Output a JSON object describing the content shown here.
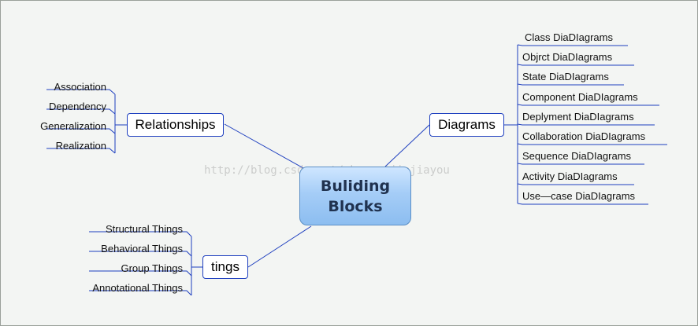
{
  "central": {
    "line1": "Buliding",
    "line2": "Blocks"
  },
  "branches": {
    "relationships": {
      "label": "Relationships",
      "children": [
        "Association",
        "Dependency",
        "Generalization",
        "Realization"
      ]
    },
    "tings": {
      "label": "tings",
      "children": [
        "Structural Things",
        "Behavioral Things",
        "Group Things",
        "Annotational Things"
      ]
    },
    "diagrams": {
      "label": "Diagrams",
      "children": [
        "Class  DiaDIagrams",
        "Objrct  DiaDIagrams",
        "State  DiaDIagrams",
        "Component  DiaDIagrams",
        "Deplyment  DiaDIagrams",
        "Collaboration  DiaDIagrams",
        "Sequence DiaDIagrams",
        "Activity DiaDIagrams",
        "Use—case DiaDIagrams"
      ]
    }
  },
  "watermark": "http://blog.csdn.net/zhangzijiejiayou",
  "colors": {
    "line": "#1e3fbf",
    "central_fill": "#a5cdf7",
    "background": "#f3f5f3"
  }
}
